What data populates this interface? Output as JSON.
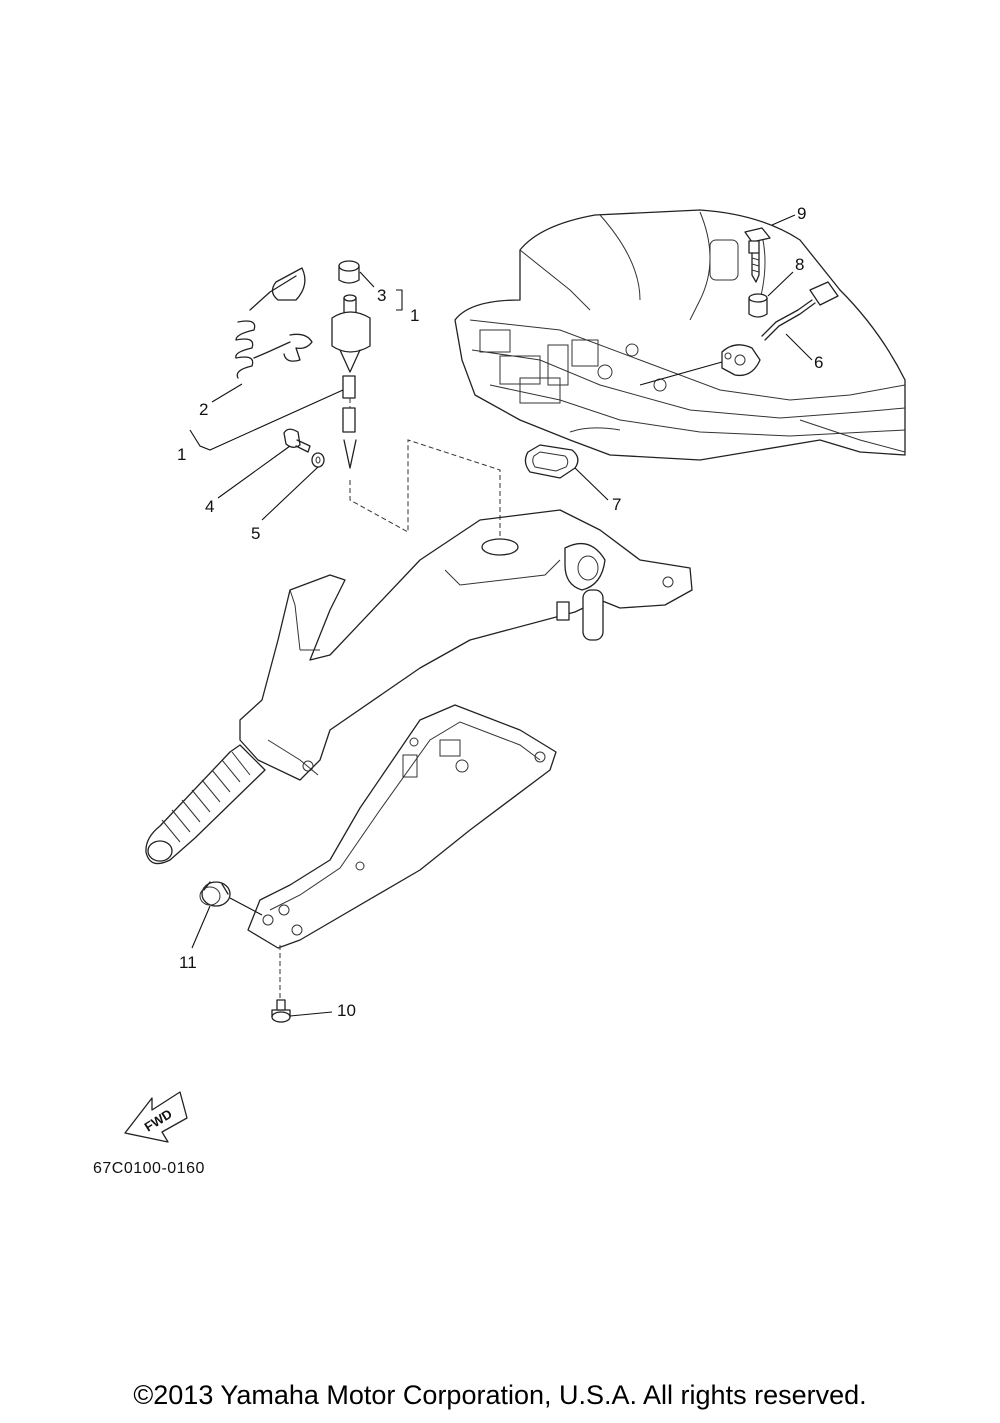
{
  "callouts": {
    "c1a": "1",
    "c1b": "1",
    "c2": "2",
    "c3": "3",
    "c4": "4",
    "c5": "5",
    "c6": "6",
    "c7": "7",
    "c8": "8",
    "c9": "9",
    "c10": "10",
    "c11": "11"
  },
  "fwd_label": "FWD",
  "part_code": "67C0100-0160",
  "copyright": "©2013 Yamaha Motor Corporation, U.S.A. All rights reserved."
}
